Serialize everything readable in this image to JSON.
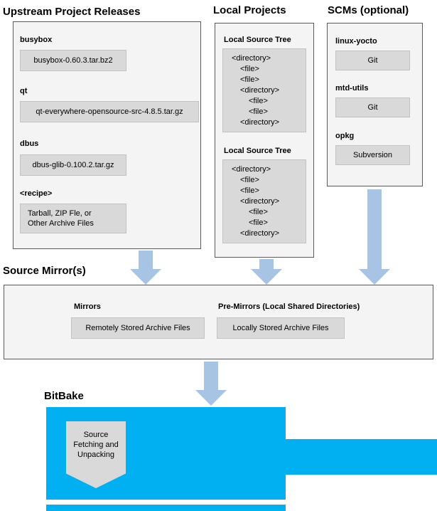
{
  "colors": {
    "arrow": "#a7c4e4",
    "bitbake": "#00b0f0",
    "panel": "#f4f4f4",
    "panel-border": "#595959",
    "innerbox": "#d9d9d9",
    "innerbox-border": "#c2c2c2"
  },
  "upstream": {
    "title": "Upstream Project Releases",
    "items": [
      {
        "label": "busybox",
        "box": "busybox-0.60.3.tar.bz2"
      },
      {
        "label": "qt",
        "box": "qt-everywhere-opensource-src-4.8.5.tar.gz"
      },
      {
        "label": "dbus",
        "box": "dbus-glib-0.100.2.tar.gz"
      },
      {
        "label": "<recipe>",
        "box": "Tarball, ZIP Fle, or\nOther Archive Files"
      }
    ]
  },
  "local": {
    "title": "Local Projects",
    "sections": [
      {
        "label": "Local Source Tree",
        "tree": [
          "<directory>",
          "<file>",
          "<file>",
          "<directory>",
          "<file>",
          "<file>",
          "<directory>"
        ]
      },
      {
        "label": "Local Source Tree",
        "tree": [
          "<directory>",
          "<file>",
          "<file>",
          "<directory>",
          "<file>",
          "<file>",
          "<directory>"
        ]
      }
    ]
  },
  "scms": {
    "title": "SCMs (optional)",
    "items": [
      {
        "label": "linux-yocto",
        "box": "Git"
      },
      {
        "label": "mtd-utils",
        "box": "Git"
      },
      {
        "label": "opkg",
        "box": "Subversion"
      }
    ]
  },
  "mirrors": {
    "title": "Source Mirror(s)",
    "mirrors_label": "Mirrors",
    "mirrors_box": "Remotely Stored Archive Files",
    "premirrors_label": "Pre-Mirrors (Local Shared Directories)",
    "premirrors_box": "Locally Stored Archive Files"
  },
  "bitbake": {
    "title": "BitBake",
    "fetch_box": "Source Fetching and Unpacking"
  }
}
